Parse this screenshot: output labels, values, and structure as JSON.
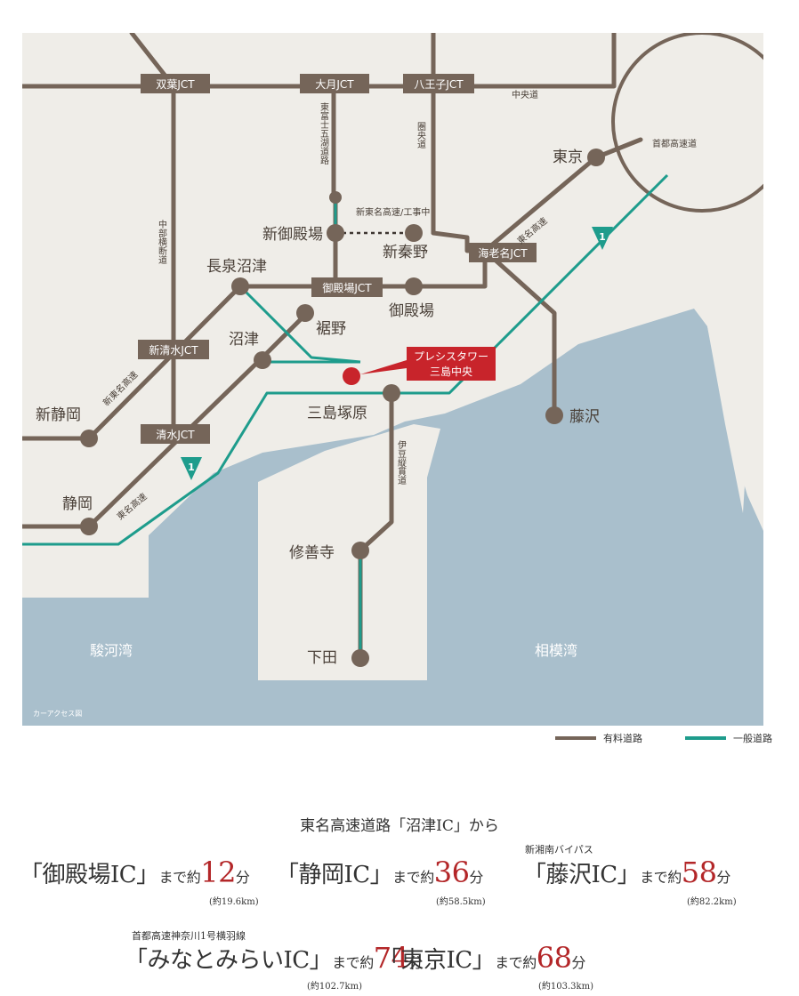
{
  "map": {
    "junctions": [
      "双葉JCT",
      "大月JCT",
      "八王子JCT",
      "御殿場JCT",
      "海老名JCT",
      "新清水JCT",
      "清水JCT"
    ],
    "places": [
      "東京",
      "新御殿場",
      "新秦野",
      "長泉沼津",
      "御殿場",
      "裾野",
      "沼津",
      "三島塚原",
      "藤沢",
      "新静岡",
      "静岡",
      "修善寺",
      "下田"
    ],
    "roads": [
      "中央道",
      "圏央道",
      "首都高速道",
      "東富士五湖道路",
      "新東名高速/工事中",
      "東名高速",
      "中部横断道",
      "新東名高速",
      "東名高速",
      "伊豆縦貫道"
    ],
    "route_numbers": [
      "1",
      "1"
    ],
    "seas": [
      "駿河湾",
      "相模湾"
    ],
    "destination": [
      "プレシスタワー",
      "三島中央"
    ],
    "credit": "カーアクセス図"
  },
  "legend": {
    "toll_road": "有料道路",
    "general_road": "一般道路"
  },
  "colors": {
    "toll": "#756559",
    "general": "#1e9c8c",
    "land": "#efede8",
    "sea": "#a9bfcc",
    "accent": "#c8242b"
  },
  "info": {
    "heading": "東名高速道路「沼津IC」から",
    "items": [
      {
        "pre": "",
        "name": "「御殿場IC」",
        "made": "まで",
        "yaku": "約",
        "num": "12",
        "unit": "分",
        "dist": "(約19.6km)"
      },
      {
        "pre": "",
        "name": "「静岡IC」",
        "made": "まで",
        "yaku": "約",
        "num": "36",
        "unit": "分",
        "dist": "(約58.5km)"
      },
      {
        "pre": "新湘南バイパス",
        "name": "「藤沢IC」",
        "made": "まで",
        "yaku": "約",
        "num": "58",
        "unit": "分",
        "dist": "(約82.2km)"
      },
      {
        "pre": "首都高速神奈川1号横羽線",
        "name": "「みなとみらいIC」",
        "made": "まで",
        "yaku": "約",
        "num": "74",
        "unit": "分",
        "dist": "(約102.7km)"
      },
      {
        "pre": "",
        "name": "「東京IC」",
        "made": "まで",
        "yaku": "約",
        "num": "68",
        "unit": "分",
        "dist": "(約103.3km)"
      }
    ]
  }
}
